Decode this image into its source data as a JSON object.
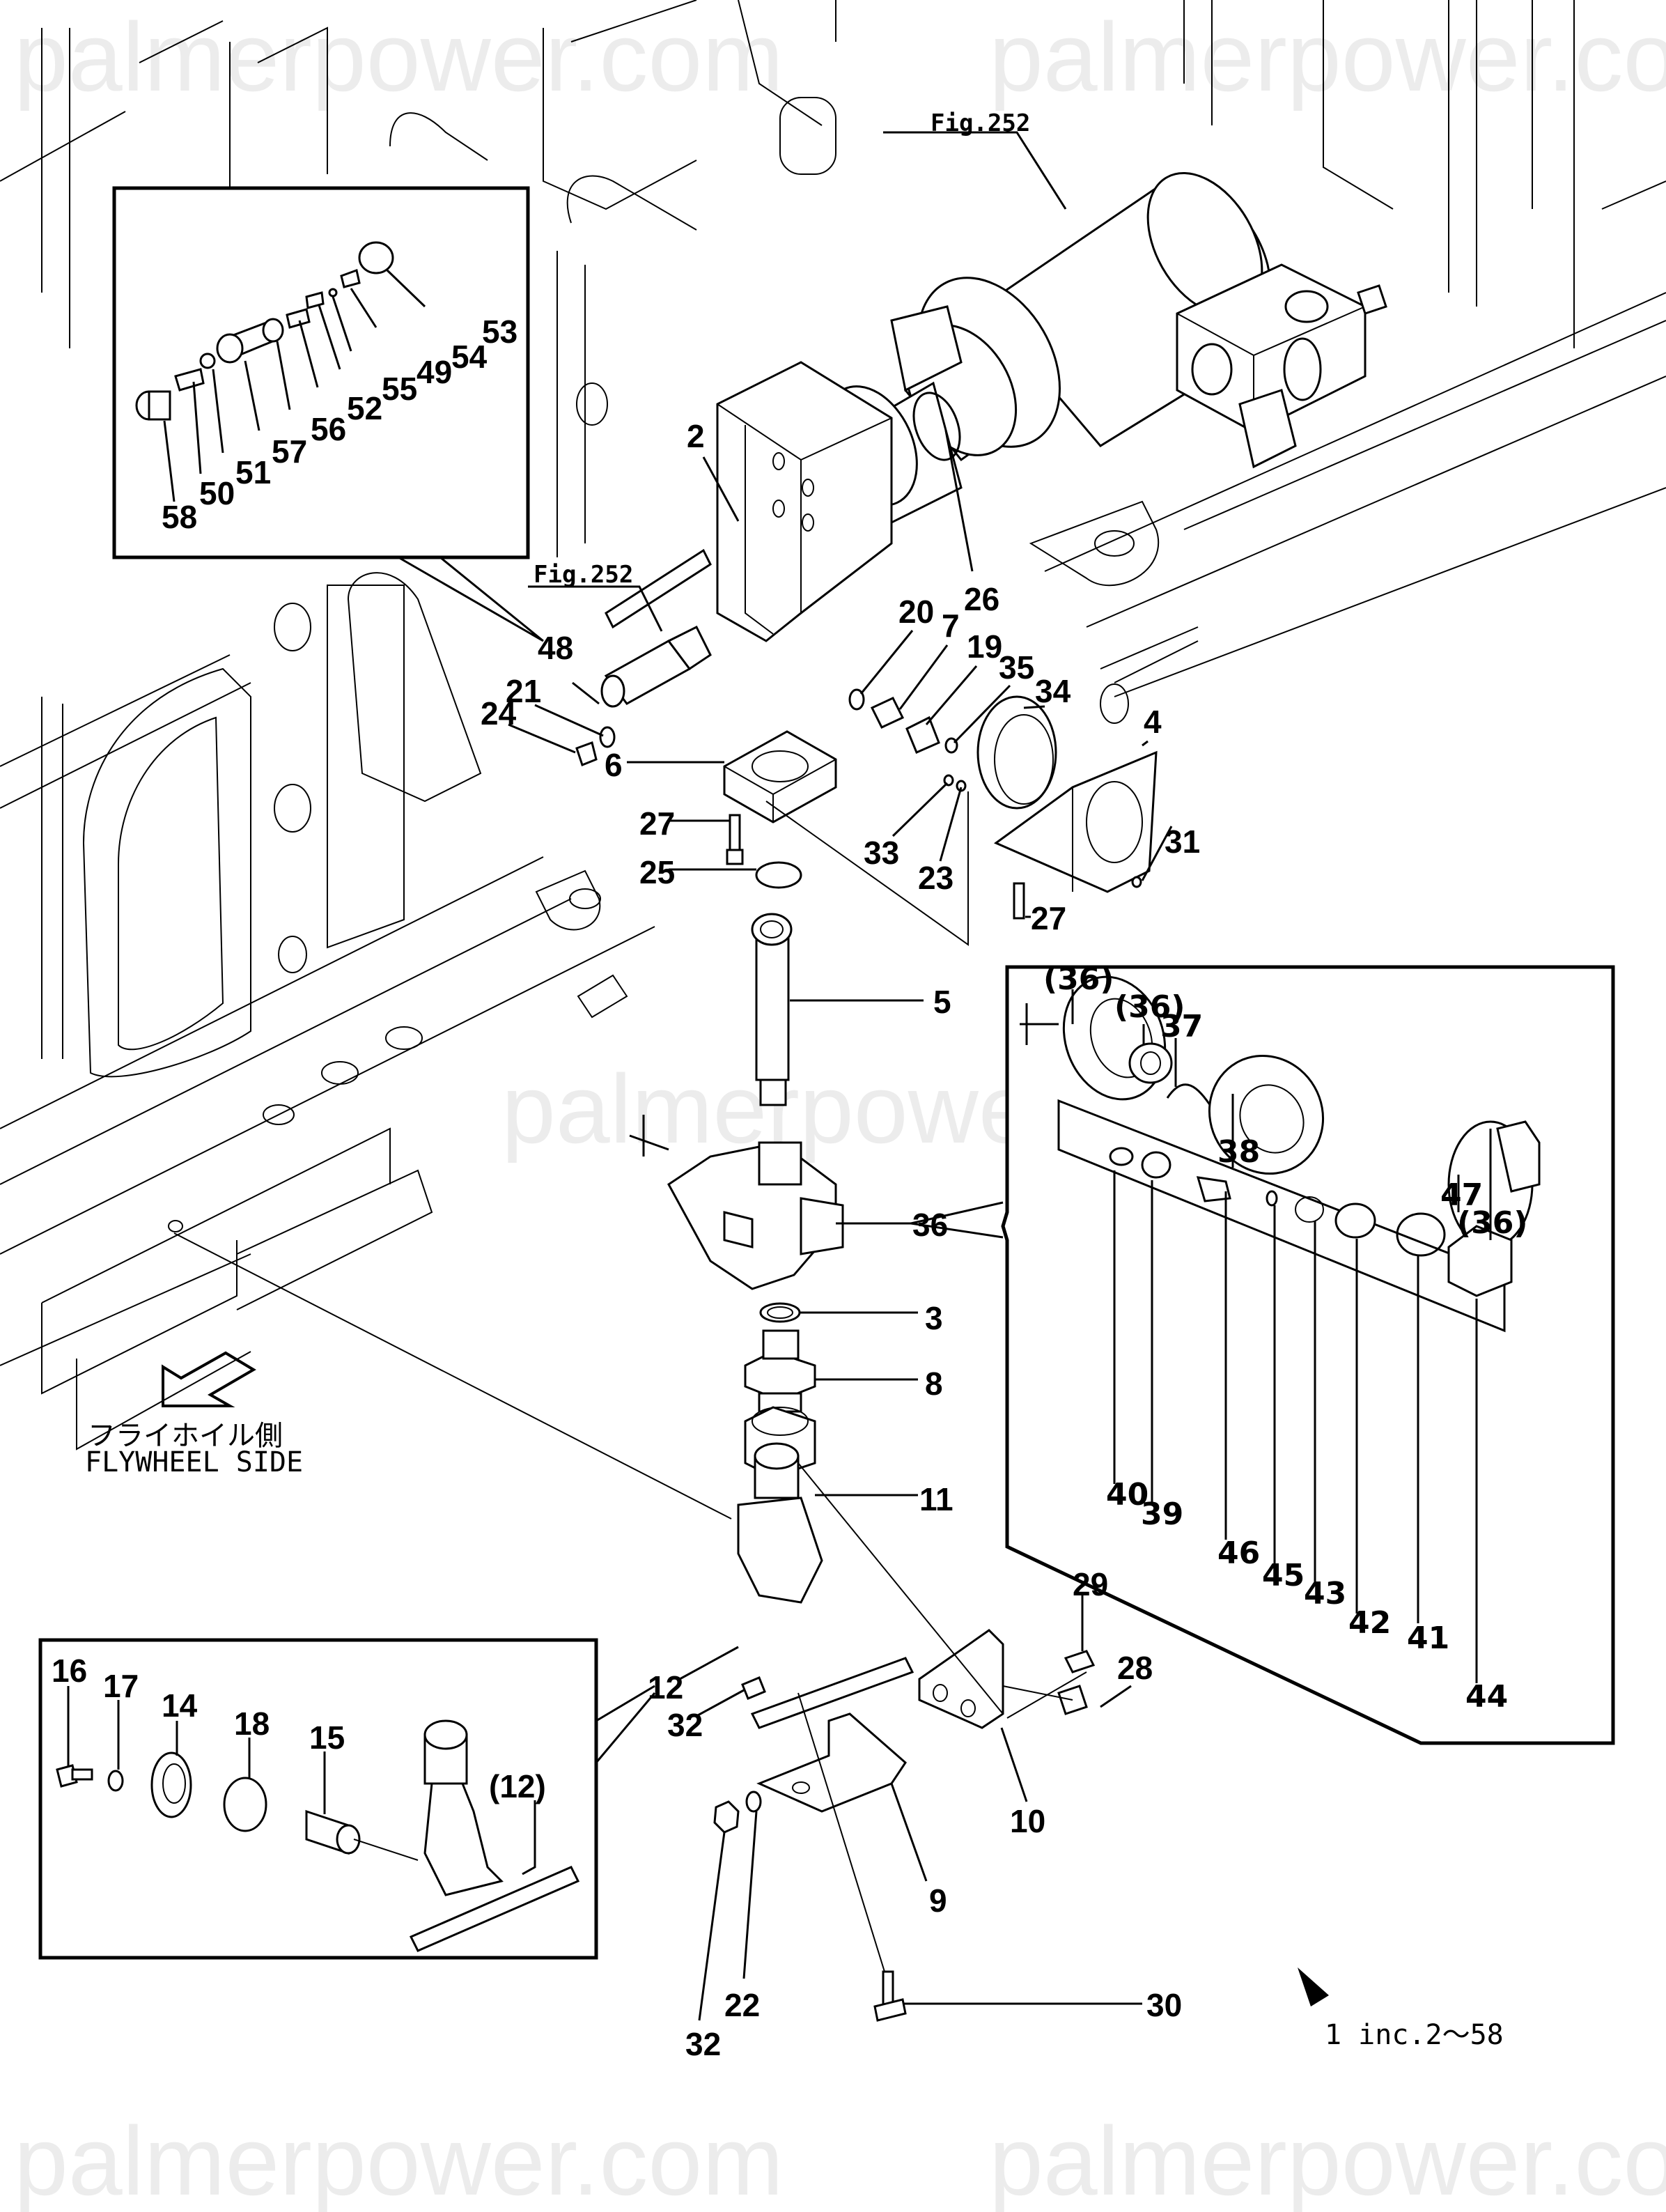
{
  "watermark": {
    "text": "palmerpower.com",
    "color": "#ececec"
  },
  "references": {
    "top": "Fig.252",
    "left": "Fig.252"
  },
  "orientation": {
    "label_jp": "フライホイル側",
    "label_en": "FLYWHEEL SIDE",
    "arrow_icon": "arrow-down-left-outline"
  },
  "assembly_note": {
    "marker_icon": "triangle-pointer",
    "text": "1 inc.2〜58"
  },
  "main_callouts": [
    {
      "id": "2",
      "label": "2"
    },
    {
      "id": "26",
      "label": "26"
    },
    {
      "id": "20",
      "label": "20"
    },
    {
      "id": "7",
      "label": "7"
    },
    {
      "id": "19",
      "label": "19"
    },
    {
      "id": "35",
      "label": "35"
    },
    {
      "id": "34",
      "label": "34"
    },
    {
      "id": "4",
      "label": "4"
    },
    {
      "id": "48",
      "label": "48"
    },
    {
      "id": "21",
      "label": "21"
    },
    {
      "id": "24",
      "label": "24"
    },
    {
      "id": "6",
      "label": "6"
    },
    {
      "id": "27a",
      "label": "27"
    },
    {
      "id": "25",
      "label": "25"
    },
    {
      "id": "33",
      "label": "33"
    },
    {
      "id": "23",
      "label": "23"
    },
    {
      "id": "31",
      "label": "31"
    },
    {
      "id": "27b",
      "label": "27"
    },
    {
      "id": "5",
      "label": "5"
    },
    {
      "id": "36",
      "label": "36"
    },
    {
      "id": "3",
      "label": "3"
    },
    {
      "id": "8",
      "label": "8"
    },
    {
      "id": "11",
      "label": "11"
    },
    {
      "id": "29",
      "label": "29"
    },
    {
      "id": "28",
      "label": "28"
    },
    {
      "id": "12",
      "label": "12"
    },
    {
      "id": "32a",
      "label": "32"
    },
    {
      "id": "10",
      "label": "10"
    },
    {
      "id": "9",
      "label": "9"
    },
    {
      "id": "30",
      "label": "30"
    },
    {
      "id": "22",
      "label": "22"
    },
    {
      "id": "32b",
      "label": "32"
    }
  ],
  "inset_relief_valve": {
    "callouts": [
      {
        "id": "58",
        "label": "58"
      },
      {
        "id": "50",
        "label": "50"
      },
      {
        "id": "51",
        "label": "51"
      },
      {
        "id": "57",
        "label": "57"
      },
      {
        "id": "56",
        "label": "56"
      },
      {
        "id": "52",
        "label": "52"
      },
      {
        "id": "55",
        "label": "55"
      },
      {
        "id": "49",
        "label": "49"
      },
      {
        "id": "54",
        "label": "54"
      },
      {
        "id": "53",
        "label": "53"
      }
    ]
  },
  "inset_valve_36": {
    "callouts": [
      {
        "id": "36a",
        "label": "(36)"
      },
      {
        "id": "36b",
        "label": "(36)"
      },
      {
        "id": "37",
        "label": "37"
      },
      {
        "id": "38",
        "label": "38"
      },
      {
        "id": "47",
        "label": "47"
      },
      {
        "id": "36c",
        "label": "(36)"
      },
      {
        "id": "40",
        "label": "40"
      },
      {
        "id": "39",
        "label": "39"
      },
      {
        "id": "46",
        "label": "46"
      },
      {
        "id": "45",
        "label": "45"
      },
      {
        "id": "43",
        "label": "43"
      },
      {
        "id": "42",
        "label": "42"
      },
      {
        "id": "41",
        "label": "41"
      },
      {
        "id": "44",
        "label": "44"
      }
    ]
  },
  "inset_elbow_12": {
    "callouts": [
      {
        "id": "16",
        "label": "16"
      },
      {
        "id": "17",
        "label": "17"
      },
      {
        "id": "14",
        "label": "14"
      },
      {
        "id": "18",
        "label": "18"
      },
      {
        "id": "15",
        "label": "15"
      },
      {
        "id": "12p",
        "label": "(12)"
      }
    ]
  }
}
